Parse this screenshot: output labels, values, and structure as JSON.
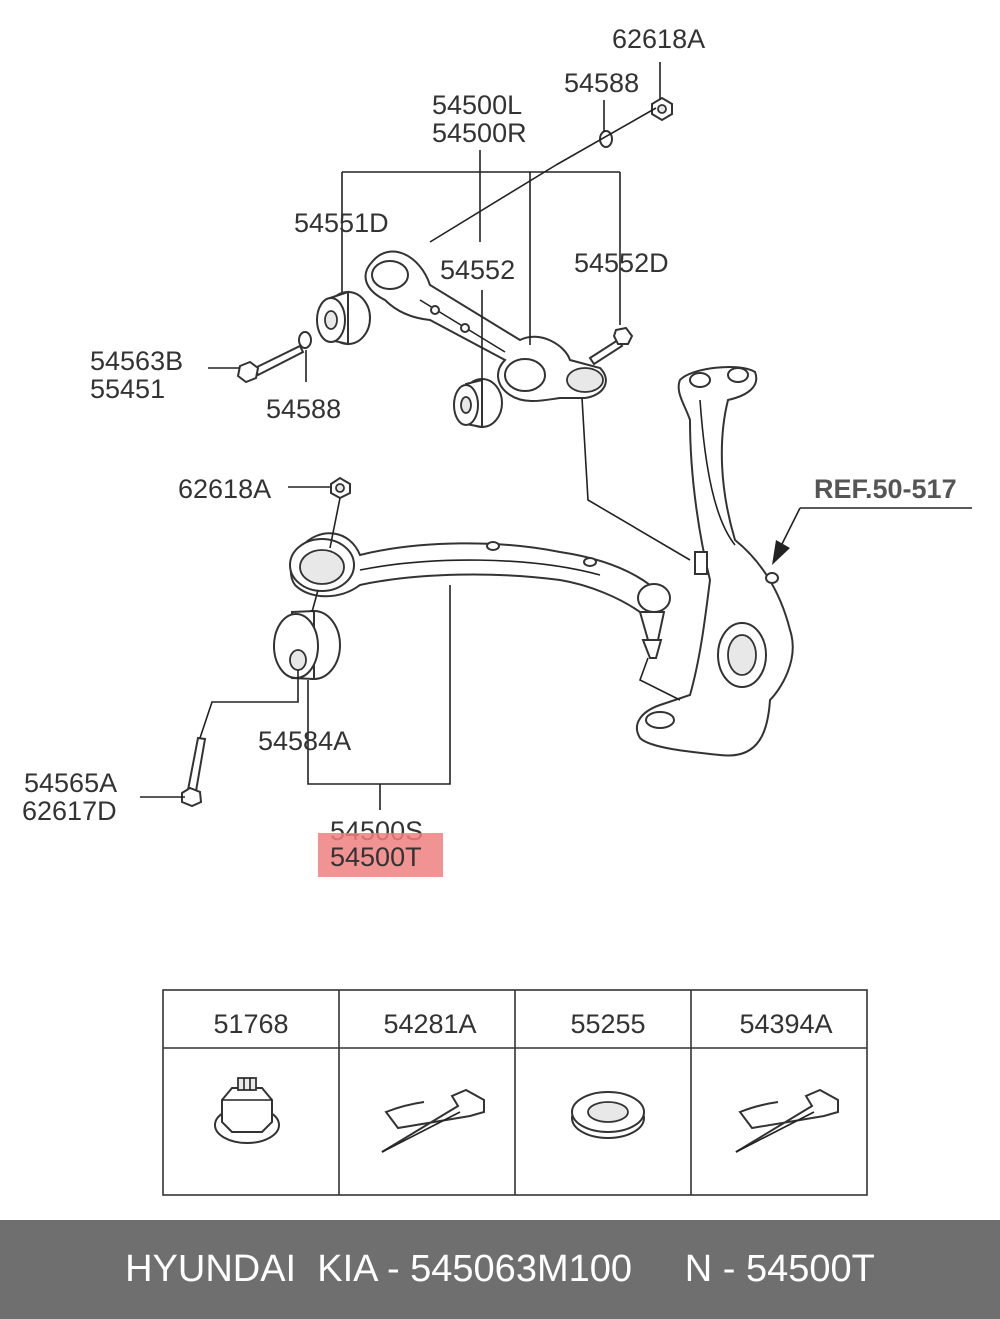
{
  "callouts": {
    "nut_top": "62618A",
    "washer_top": "54588",
    "upper_arm_l": "54500L",
    "upper_arm_r": "54500R",
    "bushing_front": "54551D",
    "bushing_rear": "54552",
    "bolt_rear": "54552D",
    "bolt_front_1": "54563B",
    "bolt_front_2": "55451",
    "washer_front": "54588",
    "nut_lower": "62618A",
    "ref": "REF.50-517",
    "bushing_lower": "54584A",
    "bolt_lower_1": "54565A",
    "bolt_lower_2": "62617D",
    "lower_arm_s": "54500S",
    "lower_arm_t": "54500T"
  },
  "highlight_color": "#f08080",
  "parts_table": [
    {
      "number": "51768",
      "icon": "castle-nut-icon"
    },
    {
      "number": "54281A",
      "icon": "cotter-pin-icon"
    },
    {
      "number": "55255",
      "icon": "washer-icon"
    },
    {
      "number": "54394A",
      "icon": "cotter-pin-icon"
    }
  ],
  "footer": {
    "text": "HYUNDAI  KIA - 545063M100     N - 54500T"
  }
}
